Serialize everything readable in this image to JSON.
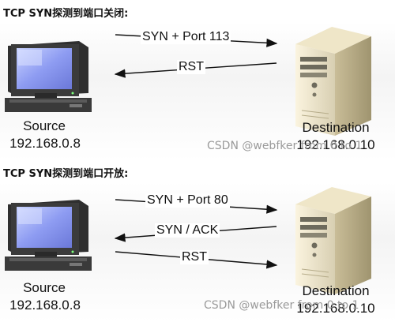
{
  "panels": [
    {
      "heading": "TCP SYN探测到端口关闭:",
      "source": {
        "label": "Source",
        "ip": "192.168.0.8"
      },
      "destination": {
        "label": "Destination",
        "ip": "192.168.0.10"
      },
      "messages": [
        {
          "text": "SYN + Port 113",
          "direction": "to-destination"
        },
        {
          "text": "RST",
          "direction": "to-source"
        }
      ],
      "watermark": "CSDN @webfker from 0 to 1"
    },
    {
      "heading": "TCP SYN探测到端口开放:",
      "source": {
        "label": "Source",
        "ip": "192.168.0.8"
      },
      "destination": {
        "label": "Destination",
        "ip": "192.168.0.10"
      },
      "messages": [
        {
          "text": "SYN + Port 80",
          "direction": "to-destination"
        },
        {
          "text": "SYN / ACK",
          "direction": "to-source"
        },
        {
          "text": "RST",
          "direction": "to-destination"
        }
      ],
      "watermark": "CSDN @webfker from 0 to 1"
    }
  ]
}
